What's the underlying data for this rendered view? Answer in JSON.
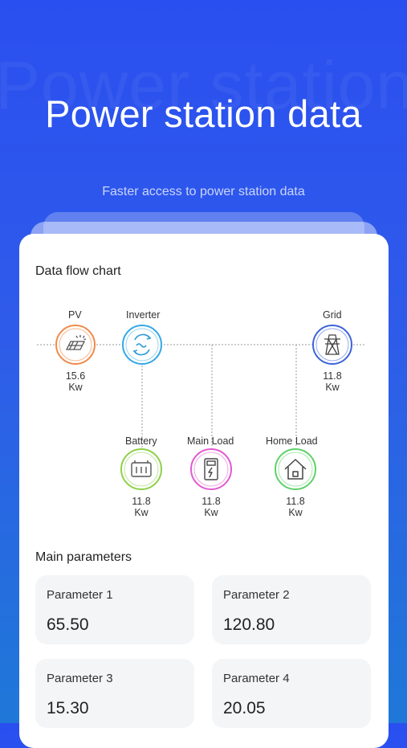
{
  "hero": {
    "ghost_text": "Power station",
    "title": "Power station data",
    "subtitle": "Faster access to power station data"
  },
  "flow_chart": {
    "title": "Data flow chart",
    "nodes": {
      "pv": {
        "label": "PV",
        "value": "15.6",
        "unit": "Kw",
        "color": "#f08a4b"
      },
      "inverter": {
        "label": "Inverter",
        "color": "#35a8e6"
      },
      "grid": {
        "label": "Grid",
        "value": "11.8",
        "unit": "Kw",
        "color": "#3c63d8"
      },
      "battery": {
        "label": "Battery",
        "value": "11.8",
        "unit": "Kw",
        "color": "#8dd14a"
      },
      "main_load": {
        "label": "Main Load",
        "value": "11.8",
        "unit": "Kw",
        "color": "#e05ad1"
      },
      "home_load": {
        "label": "Home Load",
        "value": "11.8",
        "unit": "Kw",
        "color": "#5fd06a"
      }
    }
  },
  "parameters": {
    "title": "Main parameters",
    "items": [
      {
        "label": "Parameter 1",
        "value": "65.50"
      },
      {
        "label": "Parameter 2",
        "value": "120.80"
      },
      {
        "label": "Parameter 3",
        "value": "15.30"
      },
      {
        "label": "Parameter 4",
        "value": "20.05"
      }
    ]
  }
}
